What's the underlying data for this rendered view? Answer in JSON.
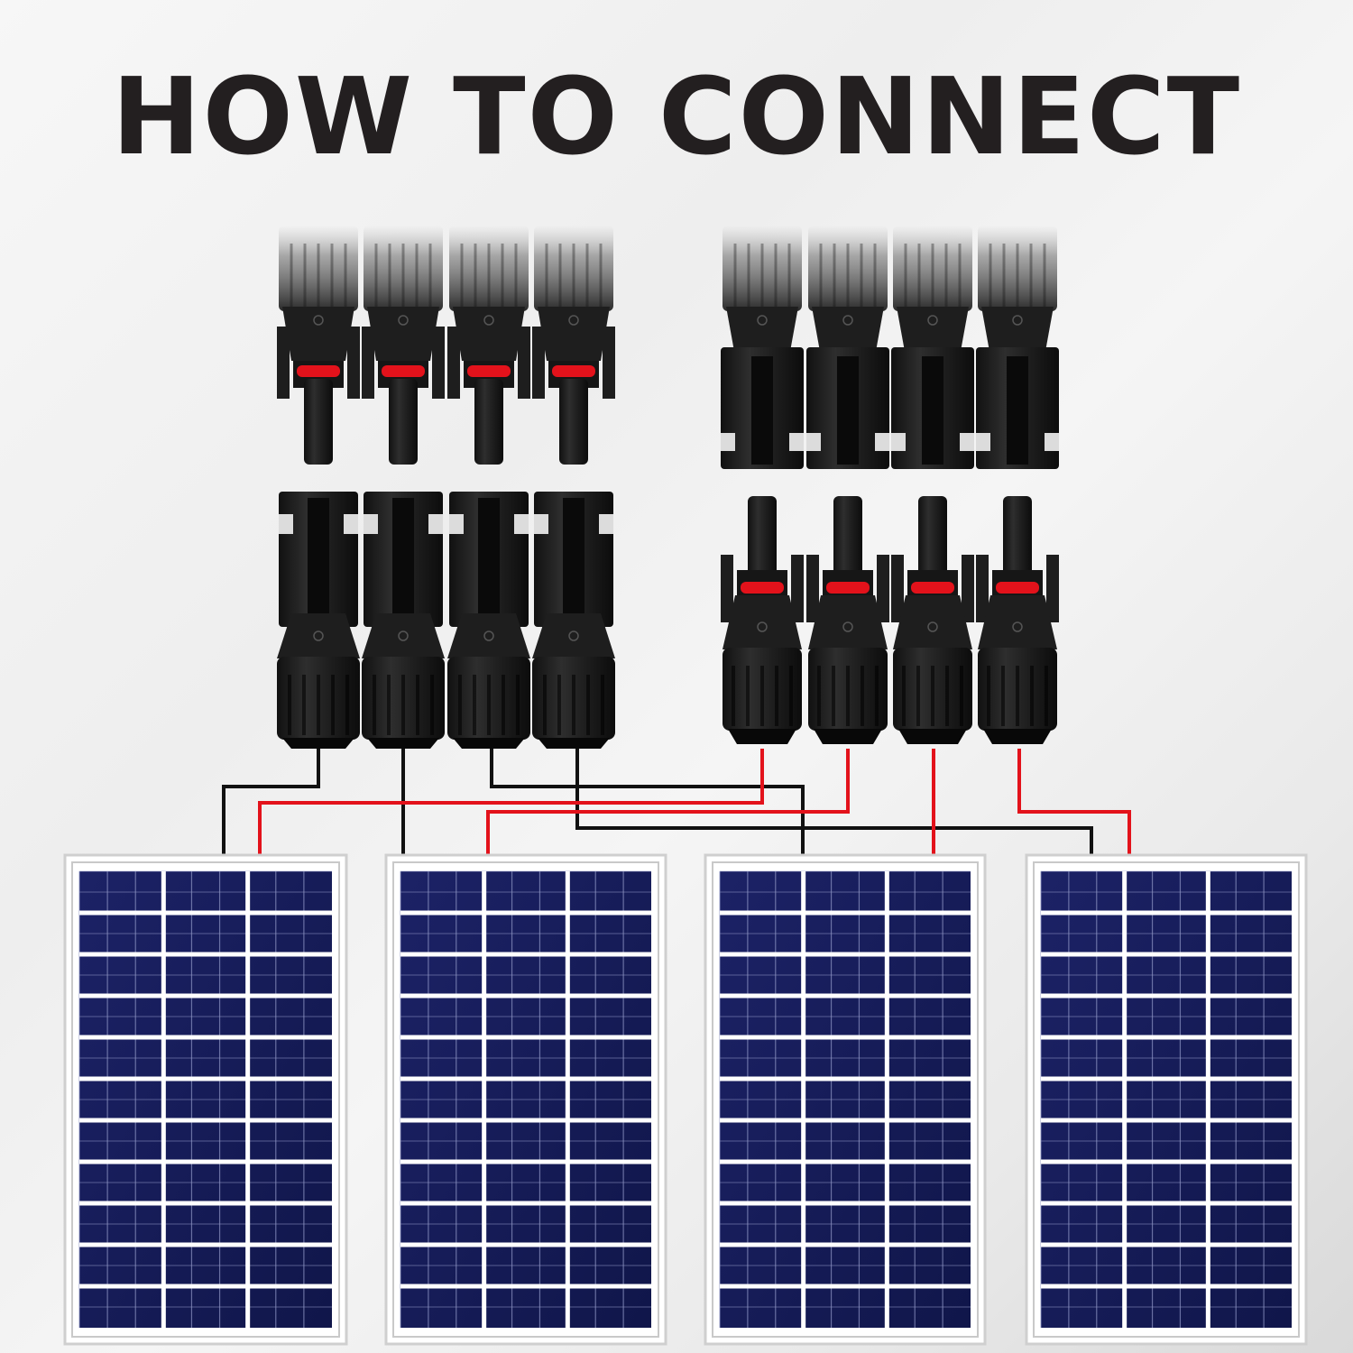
{
  "title": "HOW TO CONNECT",
  "colors": {
    "title": "#231f20",
    "wire_negative": "#111111",
    "wire_positive": "#e3121b",
    "connector_body": "#1e1e1e",
    "connector_ring": "#e3121b",
    "panel_cell": "#141a52",
    "panel_frame": "#ffffff"
  },
  "connectors": {
    "top_left_group": {
      "type": "male-plug",
      "count": 4
    },
    "top_right_group": {
      "type": "female-socket",
      "count": 4
    },
    "bottom_left_group": {
      "type": "female-socket",
      "count": 4
    },
    "bottom_right_group": {
      "type": "male-plug",
      "count": 4
    }
  },
  "panels": [
    {
      "name": "solar-panel-1",
      "cell_columns": 3,
      "cell_rows": 11
    },
    {
      "name": "solar-panel-2",
      "cell_columns": 3,
      "cell_rows": 11
    },
    {
      "name": "solar-panel-3",
      "cell_columns": 3,
      "cell_rows": 11
    },
    {
      "name": "solar-panel-4",
      "cell_columns": 3,
      "cell_rows": 11
    }
  ],
  "wiring": [
    {
      "from": "bottom-left-connector-1",
      "to": "solar-panel-1",
      "polarity": "negative"
    },
    {
      "from": "bottom-left-connector-2",
      "to": "solar-panel-2",
      "polarity": "negative"
    },
    {
      "from": "bottom-left-connector-3",
      "to": "solar-panel-3",
      "polarity": "negative"
    },
    {
      "from": "bottom-left-connector-4",
      "to": "solar-panel-4",
      "polarity": "negative"
    },
    {
      "from": "bottom-right-connector-1",
      "to": "solar-panel-1",
      "polarity": "positive"
    },
    {
      "from": "bottom-right-connector-2",
      "to": "solar-panel-2",
      "polarity": "positive"
    },
    {
      "from": "bottom-right-connector-3",
      "to": "solar-panel-3",
      "polarity": "positive"
    },
    {
      "from": "bottom-right-connector-4",
      "to": "solar-panel-4",
      "polarity": "positive"
    }
  ]
}
